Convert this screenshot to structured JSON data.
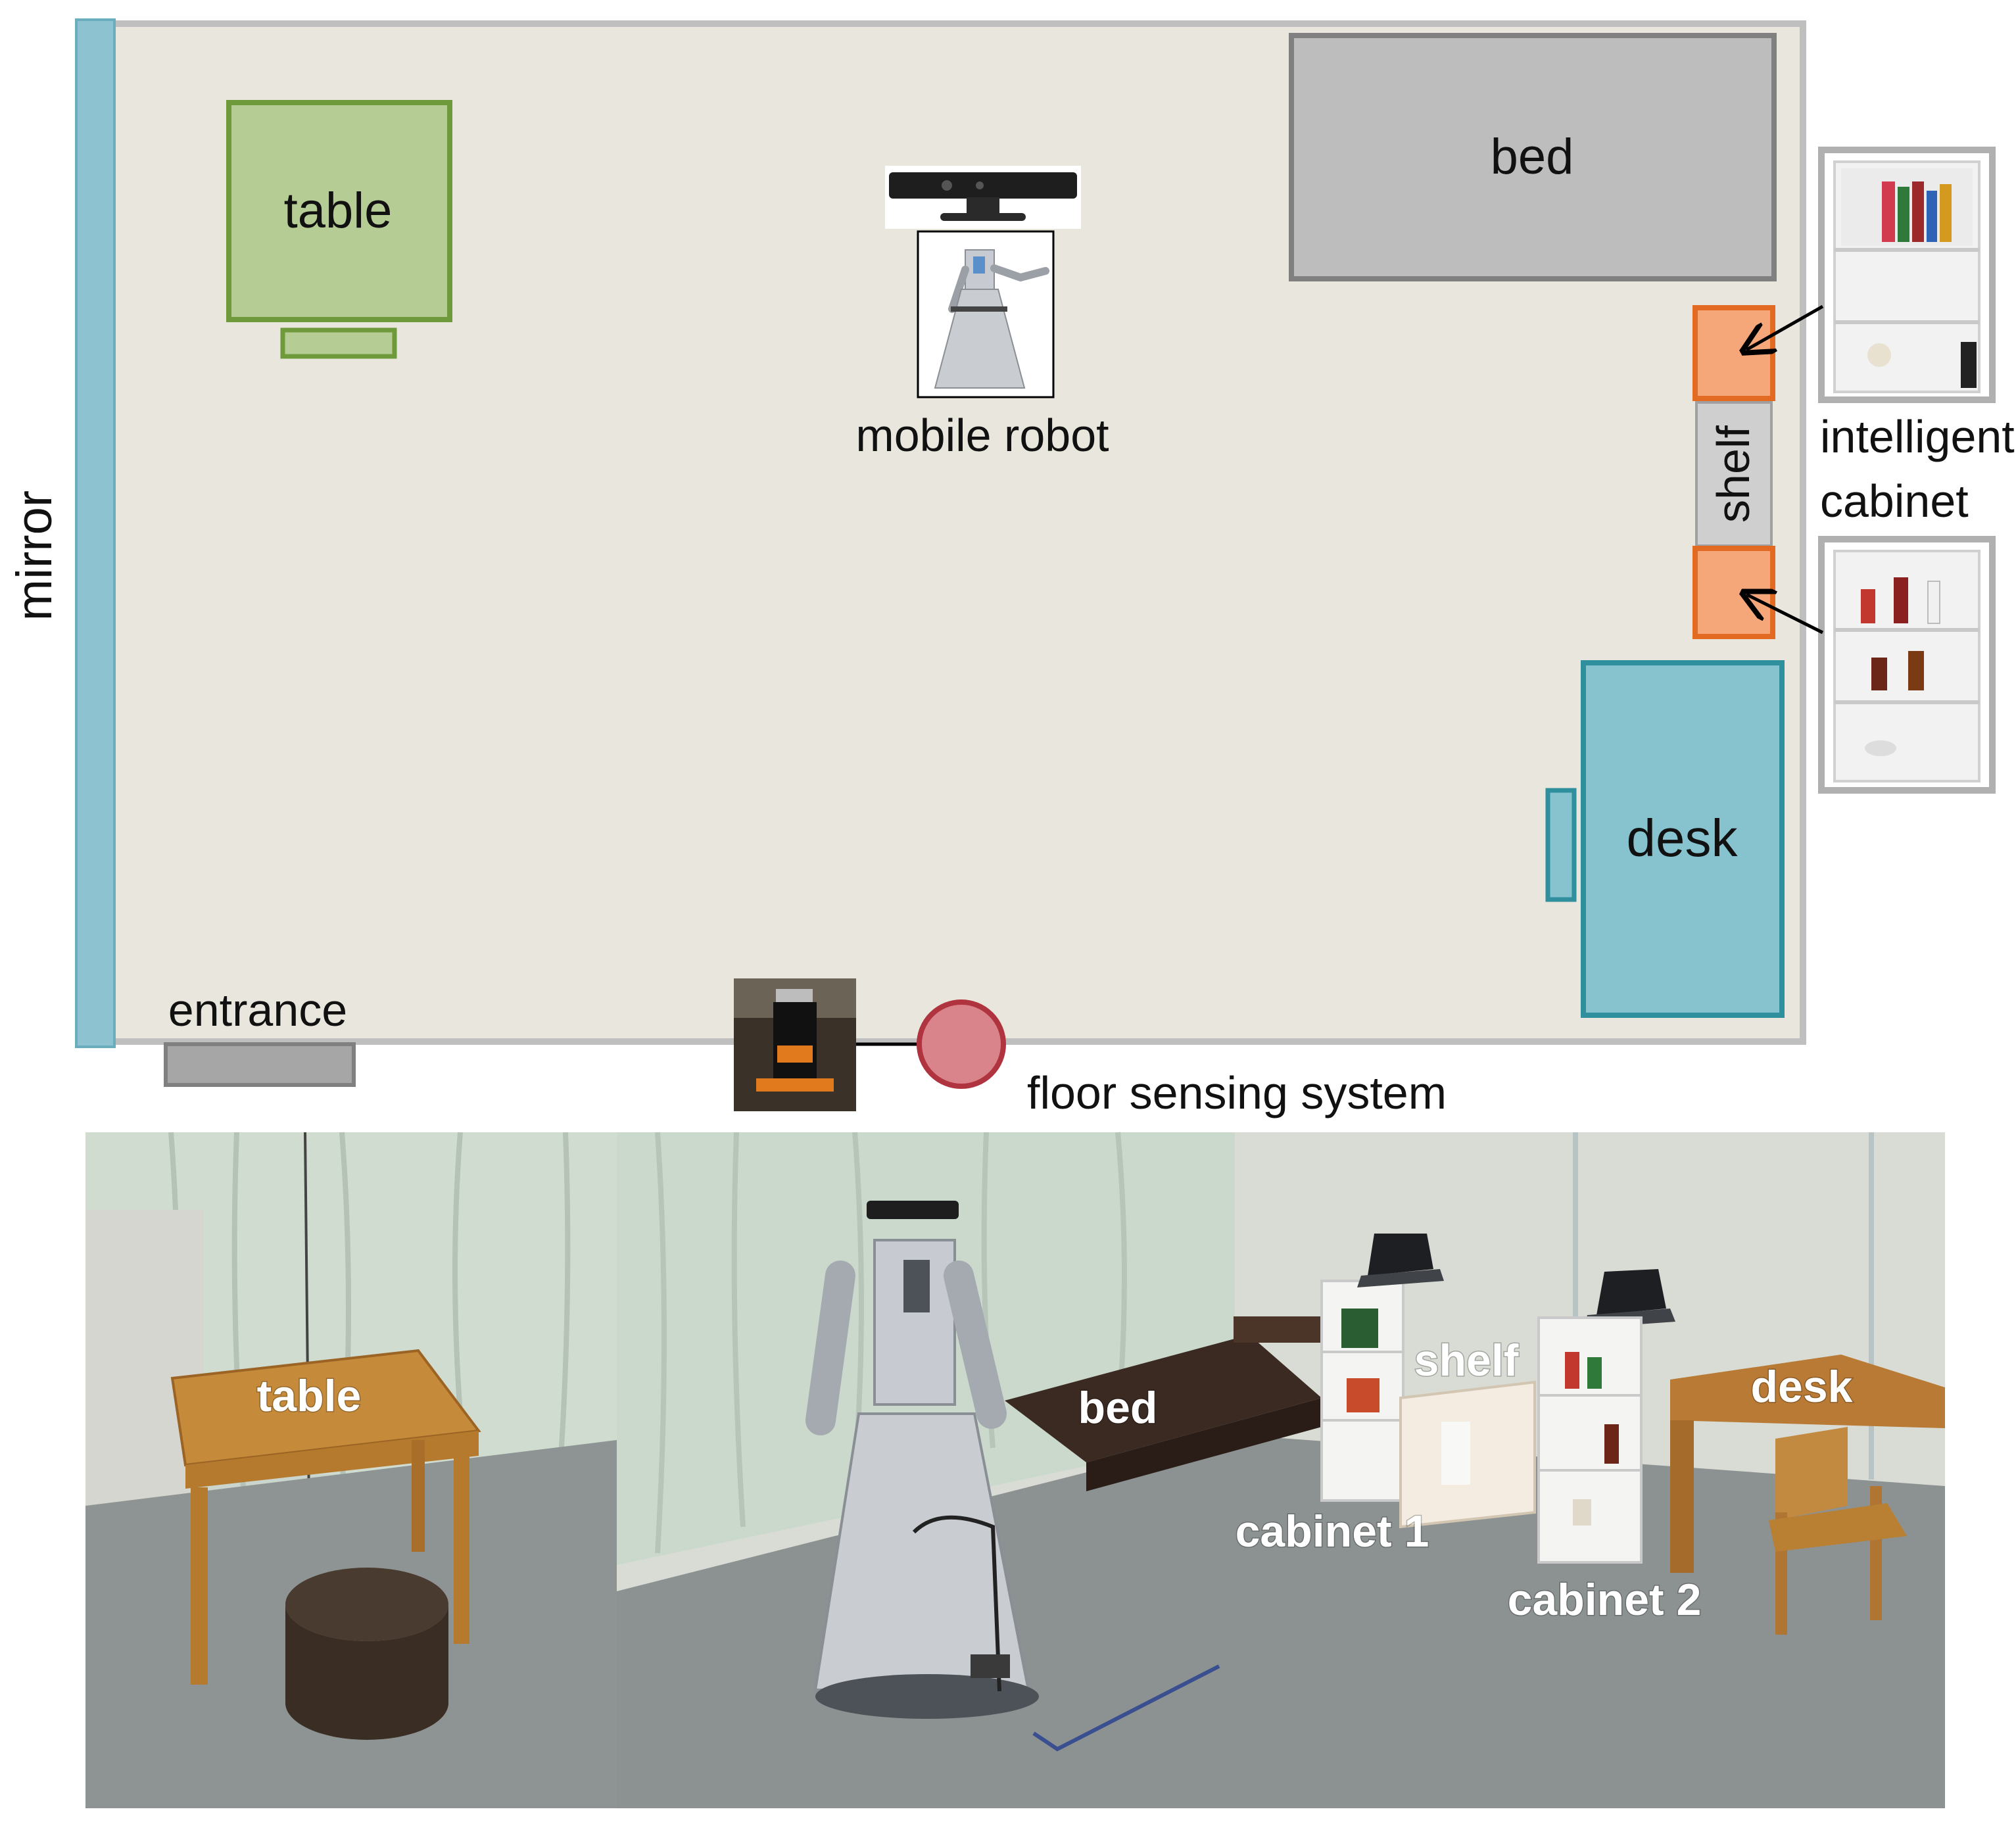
{
  "floor_plan": {
    "labels": {
      "mirror": "mirror",
      "table": "table",
      "mobile_robot": "mobile robot",
      "bed": "bed",
      "shelf": "shelf",
      "intelligent_cabinet_line1": "intelligent",
      "intelligent_cabinet_line2": "cabinet",
      "desk": "desk",
      "entrance": "entrance",
      "floor_sensing_system": "floor sensing system"
    },
    "colors": {
      "room_floor": "#e8e6dd",
      "room_border": "#bfbfbf",
      "mirror": "#8dc3d0",
      "table": "#b6cc95",
      "table_border": "#6f9a3c",
      "bed": "#bdbdbd",
      "bed_border": "#808080",
      "cabinet": "#f6a77a",
      "cabinet_border": "#e26a22",
      "shelf": "#cfcfcf",
      "desk": "#86c3cf",
      "desk_border": "#2f8f9c",
      "sensor": "#d9848b",
      "sensor_border": "#b0343f",
      "entrance": "#a6a6a6"
    },
    "images": [
      "kinect-sensor",
      "robot-photo",
      "cabinet-books-photo",
      "cabinet-drinks-photo",
      "floor-sensor-photo"
    ]
  },
  "photos": {
    "left": {
      "labels": {
        "table": "table"
      }
    },
    "right": {
      "labels": {
        "bed": "bed",
        "shelf": "shelf",
        "desk": "desk",
        "cabinet1": "cabinet 1",
        "cabinet2": "cabinet 2"
      }
    }
  }
}
